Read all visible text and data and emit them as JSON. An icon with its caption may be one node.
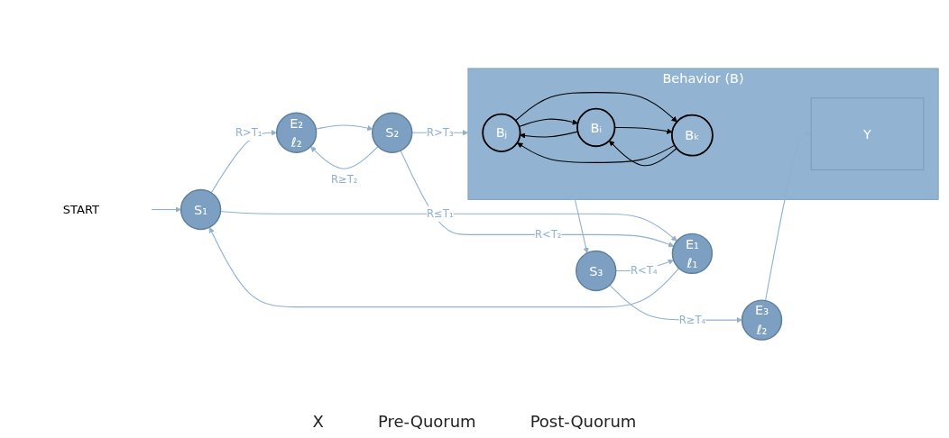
{
  "diagram": {
    "nodes": [
      {
        "text": [
          "START"
        ]
      },
      {
        "text": [
          "S₁"
        ]
      },
      {
        "text": [
          "E₁",
          "ℓ₁"
        ]
      },
      {
        "text": [
          "S₂"
        ]
      },
      {
        "text": [
          "E₂",
          "ℓ₂"
        ]
      },
      {
        "text": [
          "Behavior (B)"
        ]
      },
      {
        "text": [
          "Bⱼ"
        ],
        "in": 5
      },
      {
        "text": [
          "Bᵢ"
        ],
        "in": 5
      },
      {
        "text": [
          "Bₖ"
        ],
        "in": 5
      },
      {
        "text": [
          "Y"
        ],
        "in": 5
      },
      {
        "text": [
          "S₃"
        ]
      },
      {
        "text": [
          "E₃",
          "ℓ₂"
        ]
      }
    ],
    "edges": [
      {
        "from": 0,
        "to": 1,
        "arrow": "to"
      },
      {
        "from": 1,
        "to": 2,
        "arrow": "to",
        "label": "R≤T₁"
      },
      {
        "from": 1,
        "to": 4,
        "arrow": "to",
        "label": "R>T₁"
      },
      {
        "from": 2,
        "to": 1,
        "arrow": "to"
      },
      {
        "from": 3,
        "to": 2,
        "arrow": "to",
        "label": "R<T₂"
      },
      {
        "from": 3,
        "to": 4,
        "arrow": "to",
        "label": "R≥T₂"
      },
      {
        "from": 4,
        "to": 3,
        "arrow": "to"
      },
      {
        "from": 3,
        "to": 5,
        "arrow": "to",
        "label": "R>T₃"
      },
      {
        "from": 5,
        "to": 10,
        "arrow": "to"
      },
      {
        "from": 10,
        "to": 2,
        "arrow": "to",
        "label": "R<T₄"
      },
      {
        "from": 10,
        "to": 11,
        "arrow": "to",
        "label": "R≥T₄"
      },
      {
        "from": 11,
        "to": 9,
        "arrow": "to"
      },
      {
        "from": 6,
        "to": 7,
        "arrow": "to",
        "color": "#000000"
      },
      {
        "from": 7,
        "to": 6,
        "arrow": "to",
        "color": "#000000"
      },
      {
        "from": 6,
        "to": 8,
        "arrow": "to",
        "color": "#000000"
      },
      {
        "from": 8,
        "to": 6,
        "arrow": "to",
        "color": "#000000"
      },
      {
        "from": 8,
        "to": 7,
        "arrow": "to",
        "color": "#000000"
      },
      {
        "from": 7,
        "to": 8,
        "arrow": "to",
        "color": "#000000"
      }
    ],
    "labels": [
      "X",
      "Pre-Quorum",
      "Post-Quorum"
    ]
  }
}
